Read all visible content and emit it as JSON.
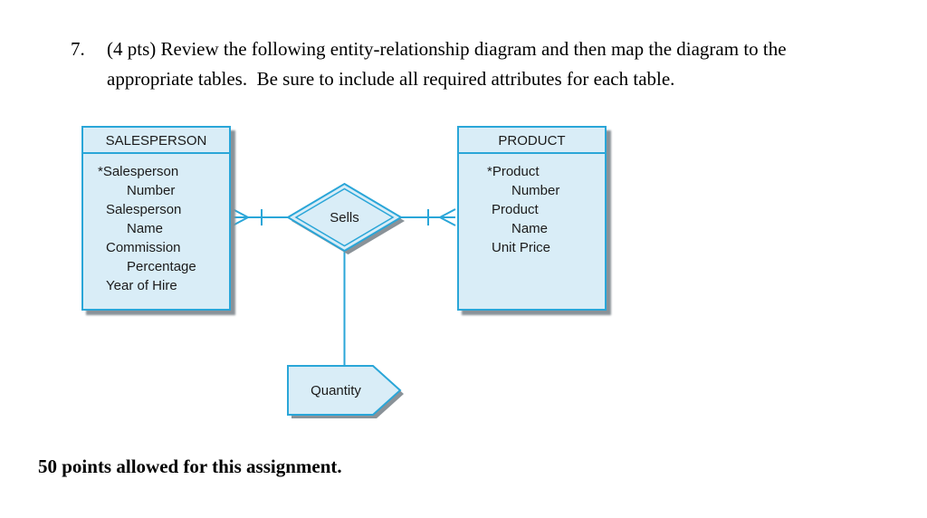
{
  "question": {
    "number": "7.",
    "lines": [
      "(4 pts) Review the following entity-relationship diagram and then map the diagram to the",
      "appropriate tables.  Be sure to include all required attributes for each table."
    ]
  },
  "footer": "50 points allowed for this assignment.",
  "diagram": {
    "entities": {
      "salesperson": {
        "title": "SALESPERSON",
        "attributes": [
          "*Salesperson",
          "Number",
          "Salesperson",
          "Name",
          "Commission",
          "Percentage",
          "Year of Hire"
        ]
      },
      "product": {
        "title": "PRODUCT",
        "attributes": [
          "*Product",
          "Number",
          "Product",
          "Name",
          "Unit Price"
        ]
      }
    },
    "relationship": {
      "label": "Sells"
    },
    "intersection_data": {
      "label": "Quantity"
    },
    "colors": {
      "shape_fill": "#d9edf7",
      "shape_border": "#2aa6d8",
      "shadow": "#8a9298"
    }
  }
}
